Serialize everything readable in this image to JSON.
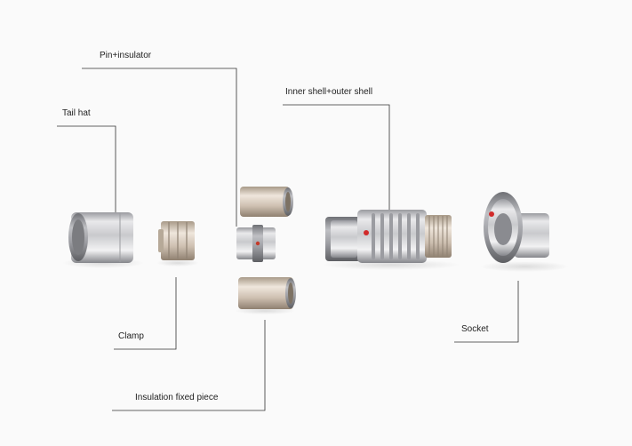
{
  "labels": {
    "pin_insulator": "Pin+insulator",
    "tail_hat": "Tail hat",
    "inner_outer_shell": "Inner shell+outer shell",
    "clamp": "Clamp",
    "socket": "Socket",
    "insulation_fixed_piece": "Insulation fixed piece"
  },
  "colors": {
    "background": "#fafafa",
    "leader_line": "#333333",
    "metal_light": "#e4e4e6",
    "metal_dark": "#8a8b90",
    "gold": "#d8a23a",
    "red_dot": "#d12a2a"
  }
}
